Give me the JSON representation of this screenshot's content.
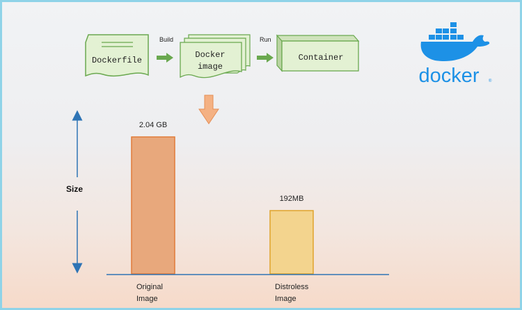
{
  "pipeline": {
    "dockerfile_label": "Dockerfile",
    "build_label": "Build",
    "image_label_line1": "Docker",
    "image_label_line2": "image",
    "run_label": "Run",
    "container_label": "Container"
  },
  "logo": {
    "wordmark": "docker",
    "registered": "®",
    "brand_color": "#1d91e6"
  },
  "colors": {
    "box_fill": "#e3f1d3",
    "box_stroke": "#6aa84f",
    "arrow_green": "#6aa84f",
    "arrow_orange": "#f4b183",
    "size_arrow": "#2e74b5",
    "baseline": "#2e74b5"
  },
  "size_label": "Size",
  "chart_data": {
    "type": "bar",
    "categories": [
      "Original Image",
      "Distroless Image"
    ],
    "values": [
      2040,
      192
    ],
    "unit": "MB",
    "data_labels": [
      "2.04 GB",
      "192MB"
    ],
    "category_lines": [
      [
        "Original",
        "Image"
      ],
      [
        "Distroless",
        "Image"
      ]
    ],
    "colors": [
      "#e8a87c",
      "#f3d48e"
    ],
    "strokes": [
      "#e07b39",
      "#e0a32b"
    ],
    "ylabel": "Size"
  }
}
